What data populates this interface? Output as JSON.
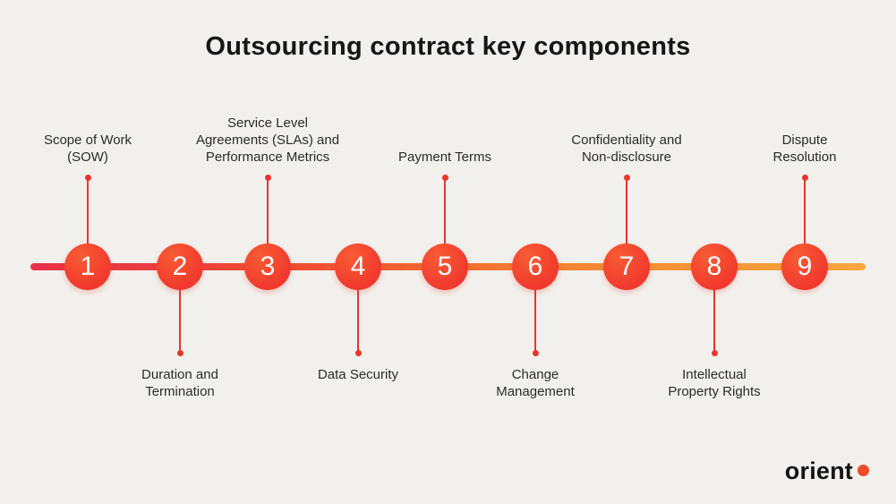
{
  "title": "Outsourcing contract key components",
  "timeline": {
    "items": [
      {
        "number": "1",
        "label": "Scope of Work\n(SOW)",
        "side": "above"
      },
      {
        "number": "2",
        "label": "Duration and\nTermination",
        "side": "below"
      },
      {
        "number": "3",
        "label": "Service Level\nAgreements (SLAs) and\nPerformance Metrics",
        "side": "above"
      },
      {
        "number": "4",
        "label": "Data Security",
        "side": "below"
      },
      {
        "number": "5",
        "label": "Payment Terms",
        "side": "above"
      },
      {
        "number": "6",
        "label": "Change\nManagement",
        "side": "below"
      },
      {
        "number": "7",
        "label": "Confidentiality and\nNon-disclosure",
        "side": "above"
      },
      {
        "number": "8",
        "label": "Intellectual\nProperty Rights",
        "side": "below"
      },
      {
        "number": "9",
        "label": "Dispute\nResolution",
        "side": "above"
      }
    ]
  },
  "colors": {
    "background": "#f2f0ed",
    "line_start": "#e8314b",
    "line_end": "#f7a73e",
    "circle": "#f1392d",
    "connector": "#e8352e",
    "text": "#2b2b2b",
    "brand_dot": "#f04b28"
  },
  "brand": {
    "name": "orient"
  }
}
